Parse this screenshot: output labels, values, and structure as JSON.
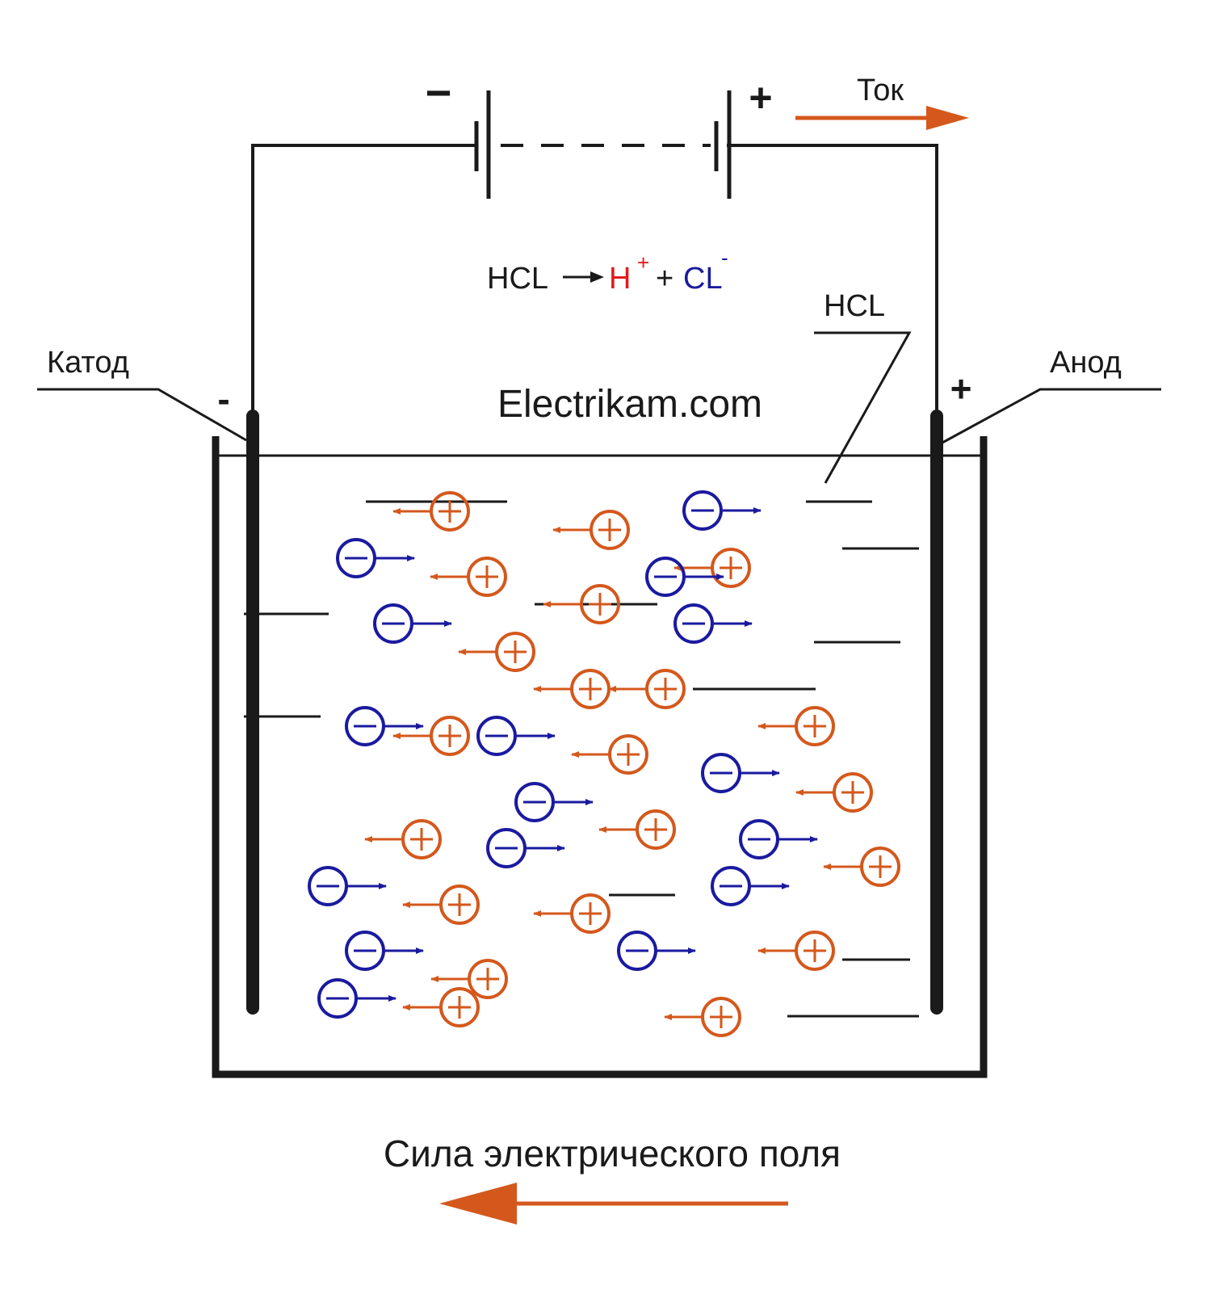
{
  "labels": {
    "minus_sign": "−",
    "plus_sign": "+",
    "current": "Ток",
    "reaction_left": "HCL",
    "reaction_h": "H",
    "reaction_h_charge": "+",
    "reaction_plus": "+",
    "reaction_cl": "CL",
    "reaction_cl_charge": "-",
    "electrolyte": "HCL",
    "cathode": "Катод",
    "anode": "Анод",
    "cathode_sign": "-",
    "anode_sign": "+",
    "watermark": "Electrikam.com",
    "field_force": "Сила электрического поля"
  },
  "colors": {
    "wire": "#1a1a1a",
    "cation": "#d4581c",
    "anion": "#1a1aa0",
    "arrow": "#d4581c",
    "hydrogen": "#e21a1a",
    "chlorine": "#1a1aa0"
  },
  "icons": {
    "cation": "plus-circle-icon",
    "anion": "minus-circle-icon"
  }
}
